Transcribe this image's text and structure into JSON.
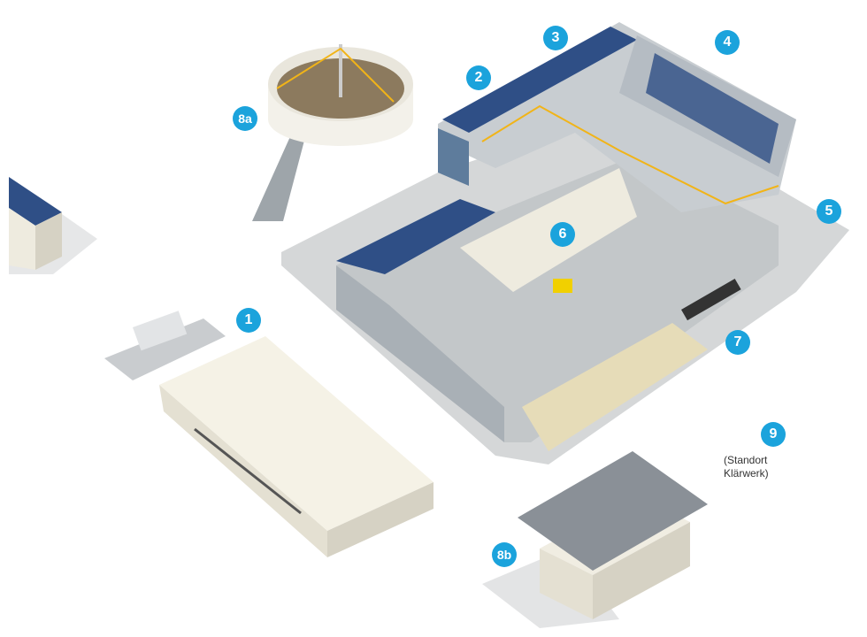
{
  "colors": {
    "marker": "#1ba3dc",
    "floor": "#c3c7c9",
    "roof": "#9aa3ab",
    "solar": "#2f4f86",
    "wall": "#eeebdf",
    "accent": "#f1b418"
  },
  "markers": [
    {
      "id": "1",
      "label": "1"
    },
    {
      "id": "2",
      "label": "2"
    },
    {
      "id": "3",
      "label": "3"
    },
    {
      "id": "4",
      "label": "4"
    },
    {
      "id": "5",
      "label": "5"
    },
    {
      "id": "6",
      "label": "6"
    },
    {
      "id": "7",
      "label": "7"
    },
    {
      "id": "8a",
      "label": "8a"
    },
    {
      "id": "8b",
      "label": "8b"
    },
    {
      "id": "9",
      "label": "9"
    }
  ],
  "note": {
    "line1": "(Standort",
    "line2": "Klärwerk)"
  }
}
